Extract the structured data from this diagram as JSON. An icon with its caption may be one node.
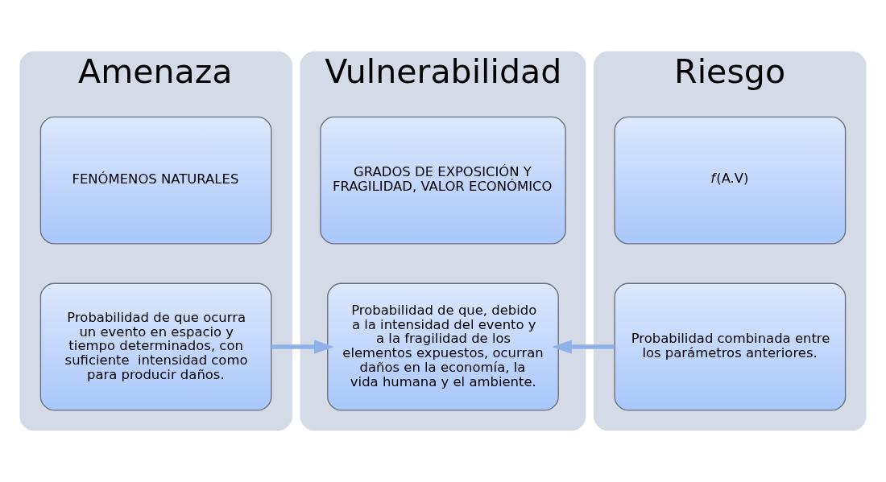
{
  "diagram": {
    "nodes": [
      {
        "text": [
          "Amenaza"
        ]
      },
      {
        "text": [
          "FENÓMENOS NATURALES"
        ],
        "in": 0
      },
      {
        "text": [
          "Probabilidad de que ocurra un evento en espacio y tiempo determinados, con suficiente  intensidad como para producir daños."
        ],
        "in": 0
      },
      {
        "text": [
          "Vulnerabilidad"
        ]
      },
      {
        "text": [
          "GRADOS DE EXPOSICIÓN Y FRAGILIDAD, VALOR ECONÓMICO"
        ],
        "in": 3
      },
      {
        "text": [
          "Probabilidad de que, debido a la intensidad del evento y a la fragilidad de los elementos expuestos, ocurran daños en la economía, la vida humana y el ambiente."
        ],
        "in": 3
      },
      {
        "text": [
          "Riesgo"
        ]
      },
      {
        "text": [
          "*f*(A.V)"
        ],
        "in": 6
      },
      {
        "text": [
          "Probabilidad combinada entre los parámetros anteriores."
        ],
        "in": 6
      }
    ],
    "edges": [
      {
        "from": 2,
        "to": 5,
        "arrow": "to"
      },
      {
        "from": 8,
        "to": 5,
        "arrow": "to"
      }
    ]
  }
}
